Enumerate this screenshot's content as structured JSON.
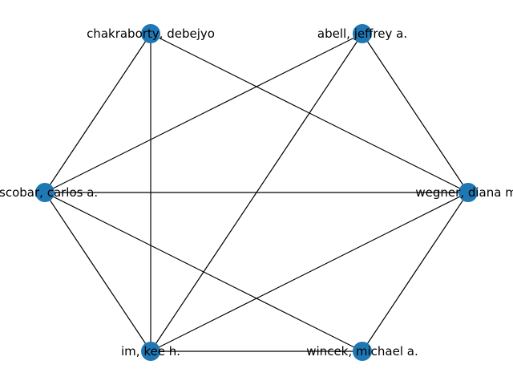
{
  "graph": {
    "node_color": "#1f77b4",
    "edge_color": "#000000",
    "nodes": [
      {
        "id": "chakraborty",
        "label": "chakraborty, debejyo"
      },
      {
        "id": "abell",
        "label": "abell, jeffrey a."
      },
      {
        "id": "escobar",
        "label": "escobar, carlos a."
      },
      {
        "id": "wegner",
        "label": "wegner, diana m."
      },
      {
        "id": "im",
        "label": "im, kee h."
      },
      {
        "id": "wincek",
        "label": "wincek, michael a."
      }
    ],
    "edges": [
      [
        "chakraborty",
        "escobar"
      ],
      [
        "chakraborty",
        "im"
      ],
      [
        "chakraborty",
        "wegner"
      ],
      [
        "abell",
        "escobar"
      ],
      [
        "abell",
        "im"
      ],
      [
        "abell",
        "wegner"
      ],
      [
        "escobar",
        "wegner"
      ],
      [
        "escobar",
        "im"
      ],
      [
        "escobar",
        "wincek"
      ],
      [
        "wegner",
        "im"
      ],
      [
        "wegner",
        "wincek"
      ],
      [
        "im",
        "wincek"
      ]
    ]
  }
}
